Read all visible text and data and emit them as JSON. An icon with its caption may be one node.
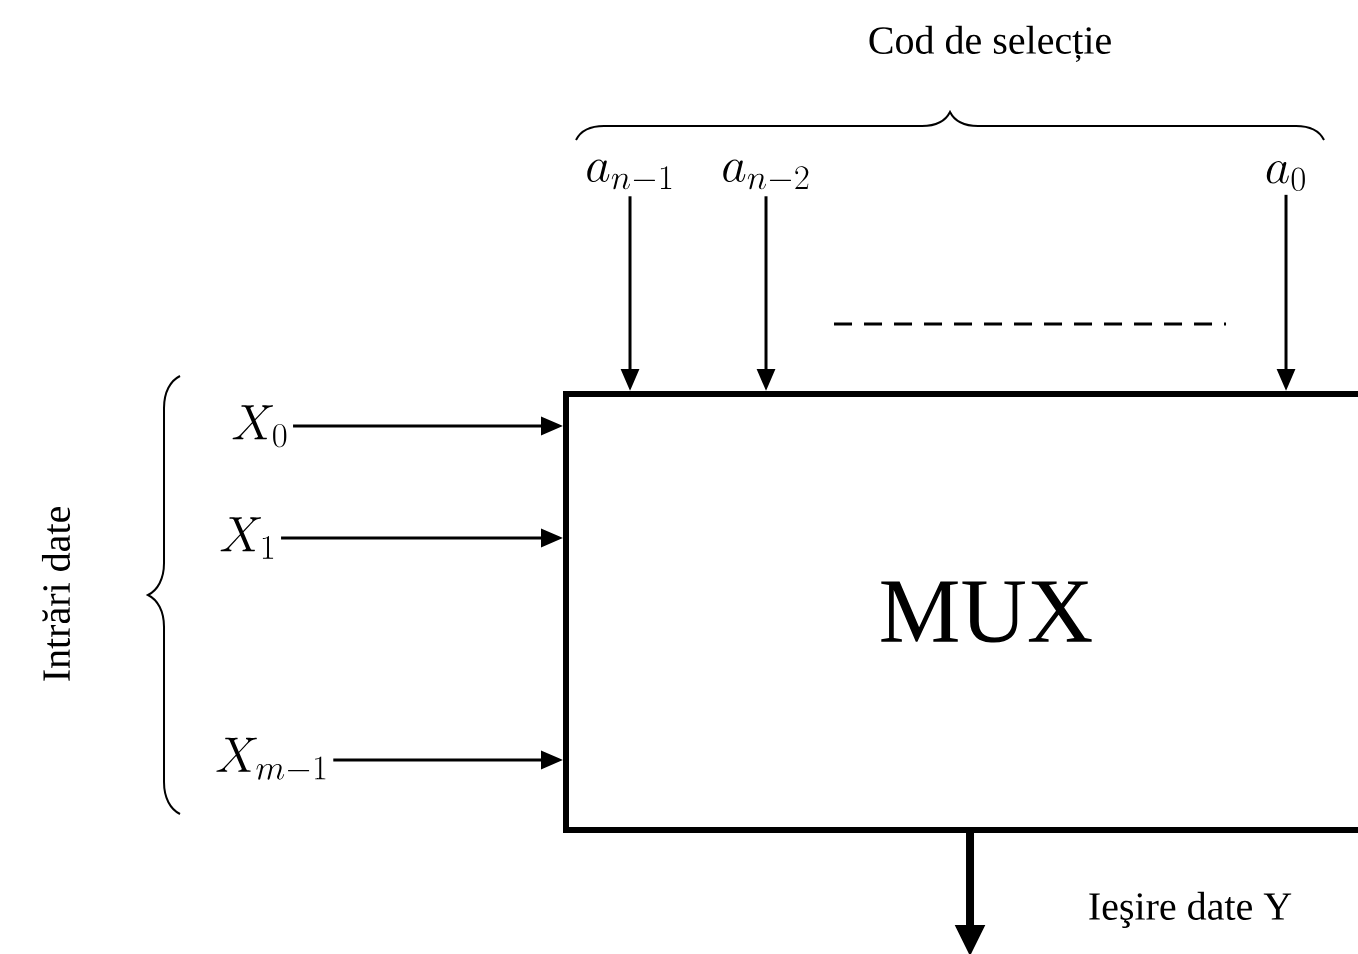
{
  "diagram": {
    "nodes": [
      {
        "text": [
          "MUX"
        ]
      },
      {
        "text": [
          "a_{n-1}"
        ]
      },
      {
        "text": [
          "a_{n-2}"
        ]
      },
      {
        "text": [
          "a_0"
        ]
      },
      {
        "text": [
          "X_0"
        ]
      },
      {
        "text": [
          "X_1"
        ]
      },
      {
        "text": [
          "X_{m-1}"
        ]
      }
    ],
    "edges": [
      {
        "from": 1,
        "to": 0,
        "arrow": "to"
      },
      {
        "from": 2,
        "to": 0,
        "arrow": "to"
      },
      {
        "from": 3,
        "to": 0,
        "arrow": "to"
      },
      {
        "from": 4,
        "to": 0,
        "arrow": "to"
      },
      {
        "from": 5,
        "to": 0,
        "arrow": "to"
      },
      {
        "from": 6,
        "to": 0,
        "arrow": "to"
      },
      {
        "from": 0,
        "to": null,
        "arrow": "to",
        "style": "thick",
        "label": "Ieşire date Y"
      }
    ],
    "labels": [
      "Cod de selecție",
      "Intrări date"
    ]
  }
}
